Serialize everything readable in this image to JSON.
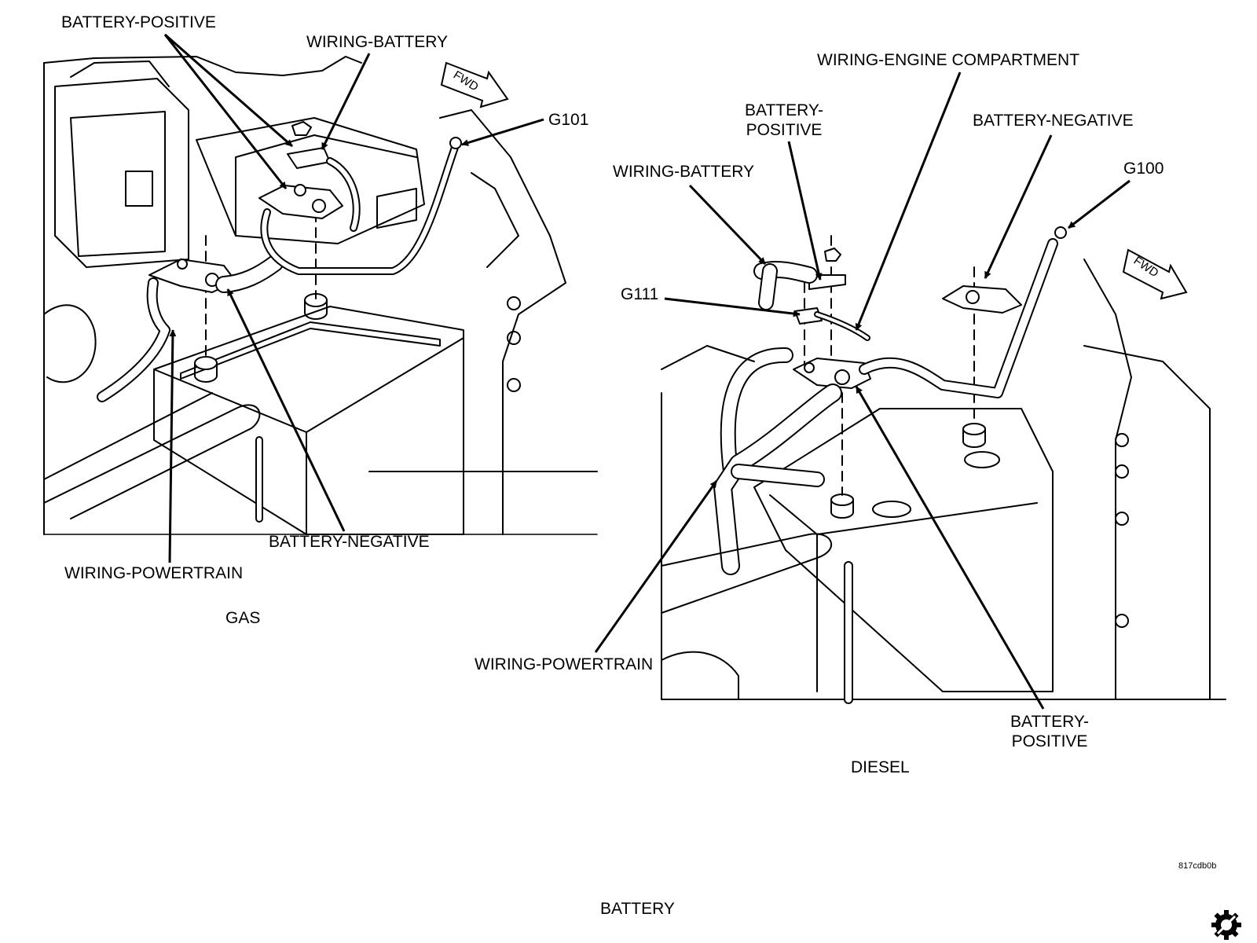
{
  "labels": {
    "gas_battery_positive": "BATTERY-POSITIVE",
    "gas_wiring_battery": "WIRING-BATTERY",
    "gas_fwd": "FWD",
    "gas_g101": "G101",
    "gas_battery_negative": "BATTERY-NEGATIVE",
    "gas_wiring_powertrain": "WIRING-POWERTRAIN",
    "gas_caption": "GAS",
    "diesel_wiring_engine_compartment": "WIRING-ENGINE COMPARTMENT",
    "diesel_battery_positive_top_1": "BATTERY-",
    "diesel_battery_positive_top_2": "POSITIVE",
    "diesel_battery_negative": "BATTERY-NEGATIVE",
    "diesel_wiring_battery": "WIRING-BATTERY",
    "diesel_g100": "G100",
    "diesel_g111": "G111",
    "diesel_fwd": "FWD",
    "diesel_wiring_powertrain": "WIRING-POWERTRAIN",
    "diesel_battery_positive_bottom_1": "BATTERY-",
    "diesel_battery_positive_bottom_2": "POSITIVE",
    "diesel_caption": "DIESEL",
    "figure_code": "817cdb0b",
    "page_title": "BATTERY"
  },
  "icons": {
    "corner_icon": "gear-icon"
  },
  "colors": {
    "line": "#000000",
    "background": "#ffffff"
  }
}
